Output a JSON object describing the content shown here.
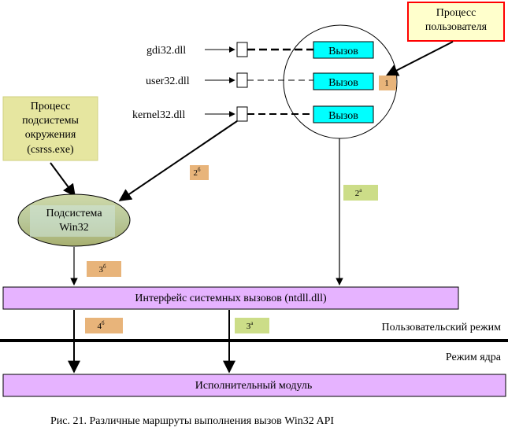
{
  "user_process": {
    "line1": "Процесс",
    "line2": "пользователя"
  },
  "dlls": [
    "gdi32.dll",
    "user32.dll",
    "kernel32.dll"
  ],
  "call_label": "Вызов",
  "subsystem_process": {
    "line1": "Процесс",
    "line2": "подсистемы",
    "line3": "окружения",
    "line4": "(csrss.exe)"
  },
  "win32_subsystem": {
    "line1": "Подсистема",
    "line2": "Win32"
  },
  "syscall_interface": "Интерфейс системных вызовов (ntdll.dll)",
  "executive": "Исполнительный модуль",
  "user_mode": "Пользовательский режим",
  "kernel_mode": "Режим ядра",
  "caption": "Рис. 21. Различные маршруты выполнения вызов Win32 API",
  "route_labels": {
    "r1": {
      "n": "1",
      "s": ""
    },
    "r2b": {
      "n": "2",
      "s": "б"
    },
    "r2a": {
      "n": "2",
      "s": "а"
    },
    "r3b": {
      "n": "3",
      "s": "б"
    },
    "r4b": {
      "n": "4",
      "s": "б"
    },
    "r3a": {
      "n": "3",
      "s": "а"
    }
  },
  "colors": {
    "call_box": "#00ffff",
    "user_process_fill": "#ffffcc",
    "user_process_border": "#ff0000",
    "subsystem_process_fill": "#e6e6a0",
    "win32_fill": "#c8c87a",
    "bar_fill": "#e6b3ff",
    "tag_orange": "#e8b47a",
    "tag_green": "#ccdd88"
  }
}
